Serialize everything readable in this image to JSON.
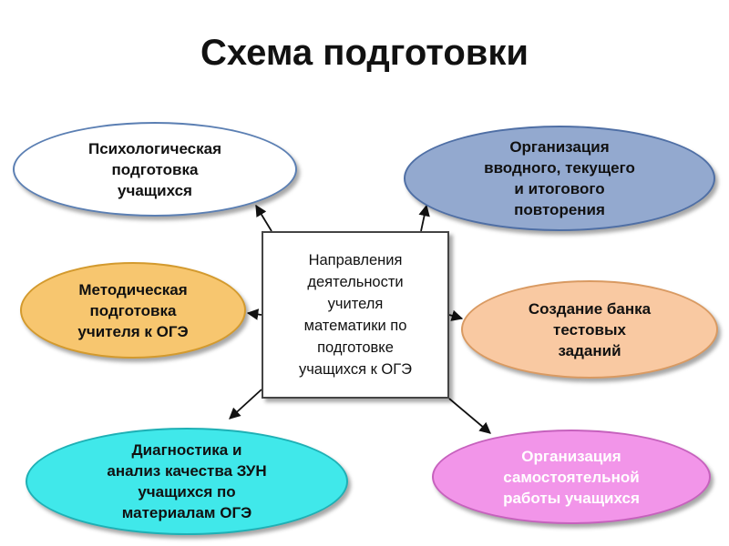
{
  "title": "Схема подготовки",
  "center": "Направления\nдеятельности\nучителя\nматематики по\nподготовке\nучащихся к ОГЭ",
  "nodes": {
    "psych": "Психологическая\nподготовка\nучащихся",
    "repeat": "Организация\nвводного, текущего\nи итогового\nповторения",
    "method": "Методическая\nподготовка\nучителя к ОГЭ",
    "bank": "Создание банка\nтестовых\nзаданий",
    "diag": "Диагностика и\nанализ качества ЗУН\nучащихся по\nматериалам ОГЭ",
    "selfwork": "Организация\nсамостоятельной\nработы учащихся"
  },
  "colors": {
    "psych": "#ffffff",
    "repeat": "#93a9cf",
    "method": "#f7c66f",
    "bank": "#f9c9a2",
    "diag": "#40e8ea",
    "selfwork": "#f295e9",
    "arrow": "#111111"
  }
}
